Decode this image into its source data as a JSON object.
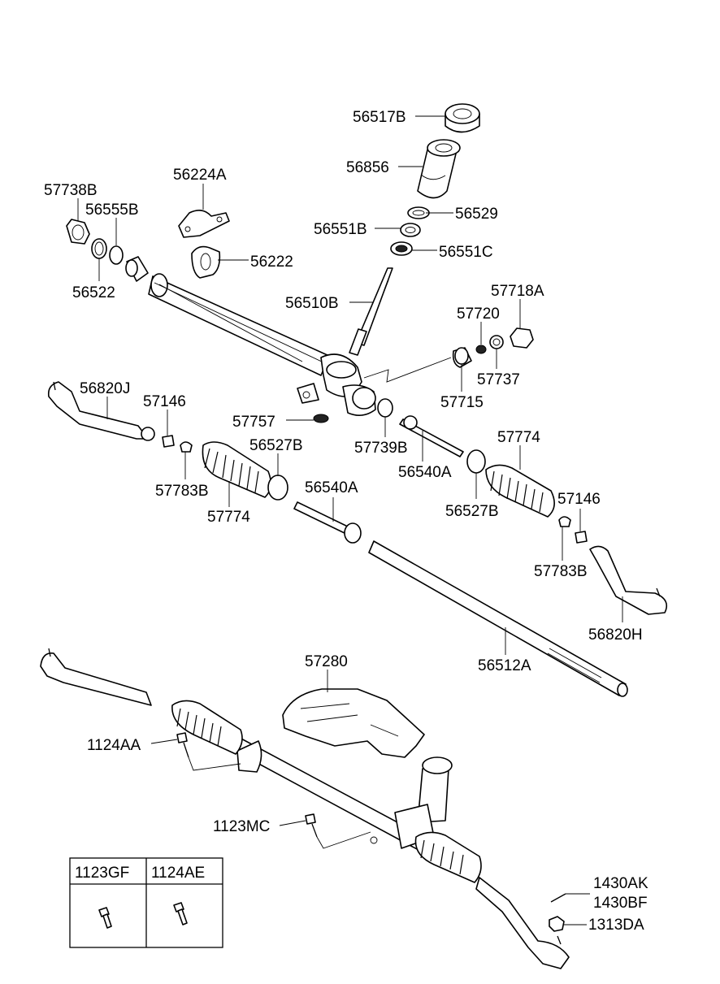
{
  "labels": {
    "p56517B": "56517B",
    "p56856": "56856",
    "p56529": "56529",
    "p56551B": "56551B",
    "p56551C": "56551C",
    "p56224A": "56224A",
    "p56222": "56222",
    "p57738B": "57738B",
    "p56555B": "56555B",
    "p56522": "56522",
    "p56510B": "56510B",
    "p57718A": "57718A",
    "p57720": "57720",
    "p57737": "57737",
    "p57715": "57715",
    "p56820J": "56820J",
    "p57146_left": "57146",
    "p57757": "57757",
    "p56527B_left": "56527B",
    "p57739B": "57739B",
    "p56540A_right": "56540A",
    "p57774_right": "57774",
    "p57783B_left": "57783B",
    "p57774_left": "57774",
    "p56540A_center": "56540A",
    "p56527B_right": "56527B",
    "p57146_right": "57146",
    "p57783B_right": "57783B",
    "p56820H": "56820H",
    "p56512A": "56512A",
    "p57280": "57280",
    "p1124AA": "1124AA",
    "p1123MC": "1123MC",
    "p1430AK": "1430AK",
    "p1430BF": "1430BF",
    "p1313DA": "1313DA"
  },
  "table": {
    "col1": "1123GF",
    "col2": "1124AE"
  }
}
